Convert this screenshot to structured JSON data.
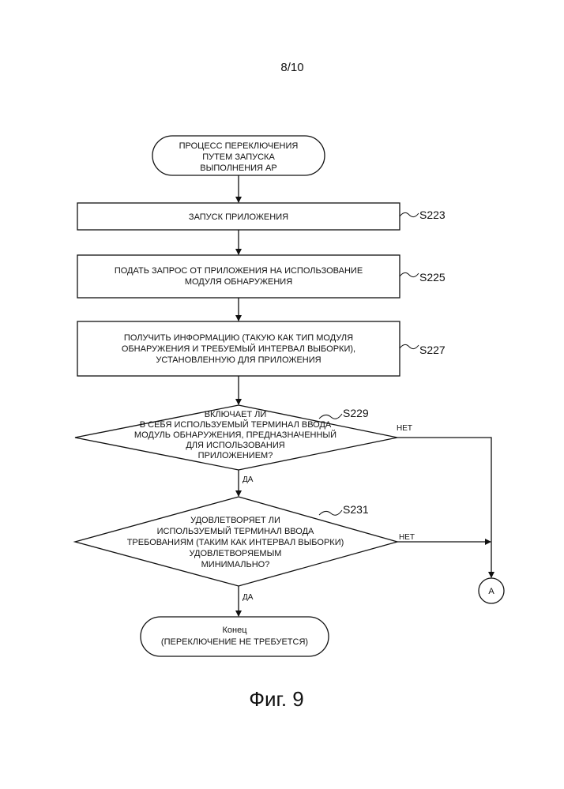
{
  "page_number": "8/10",
  "figure_caption": "Фиг. 9",
  "start": {
    "lines": [
      "ПРОЦЕСС ПЕРЕКЛЮЧЕНИЯ",
      "ПУТЕМ ЗАПУСКА",
      "ВЫПОЛНЕНИЯ АР"
    ]
  },
  "steps": [
    {
      "id": "S223",
      "lines": [
        "ЗАПУСК ПРИЛОЖЕНИЯ"
      ]
    },
    {
      "id": "S225",
      "lines": [
        "ПОДАТЬ ЗАПРОС ОТ ПРИЛОЖЕНИЯ НА ИСПОЛЬЗОВАНИЕ",
        "МОДУЛЯ ОБНАРУЖЕНИЯ"
      ]
    },
    {
      "id": "S227",
      "lines": [
        "ПОЛУЧИТЬ ИНФОРМАЦИЮ (ТАКУЮ КАК ТИП МОДУЛЯ",
        "ОБНАРУЖЕНИЯ И ТРЕБУЕМЫЙ ИНТЕРВАЛ ВЫБОРКИ),",
        "УСТАНОВЛЕННУЮ ДЛЯ ПРИЛОЖЕНИЯ"
      ]
    }
  ],
  "decisions": [
    {
      "id": "S229",
      "lines": [
        "ВКЛЮЧАЕТ ЛИ",
        "В СЕБЯ ИСПОЛЬЗУЕМЫЙ ТЕРМИНАЛ ВВОДА",
        "МОДУЛЬ ОБНАРУЖЕНИЯ, ПРЕДНАЗНАЧЕННЫЙ",
        "ДЛЯ ИСПОЛЬЗОВАНИЯ",
        "ПРИЛОЖЕНИЕМ?"
      ],
      "yes": "ДА",
      "no": "НЕТ"
    },
    {
      "id": "S231",
      "lines": [
        "УДОВЛЕТВОРЯЕТ ЛИ",
        "ИСПОЛЬЗУЕМЫЙ ТЕРМИНАЛ ВВОДА",
        "ТРЕБОВАНИЯМ (ТАКИМ КАК ИНТЕРВАЛ ВЫБОРКИ)",
        "УДОВЛЕТВОРЯЕМЫМ",
        "МИНИМАЛЬНО?"
      ],
      "yes": "ДА",
      "no": "НЕТ"
    }
  ],
  "end": {
    "lines": [
      "Конец",
      "(ПЕРЕКЛЮЧЕНИЕ НЕ ТРЕБУЕТСЯ)"
    ]
  },
  "connector": "A"
}
